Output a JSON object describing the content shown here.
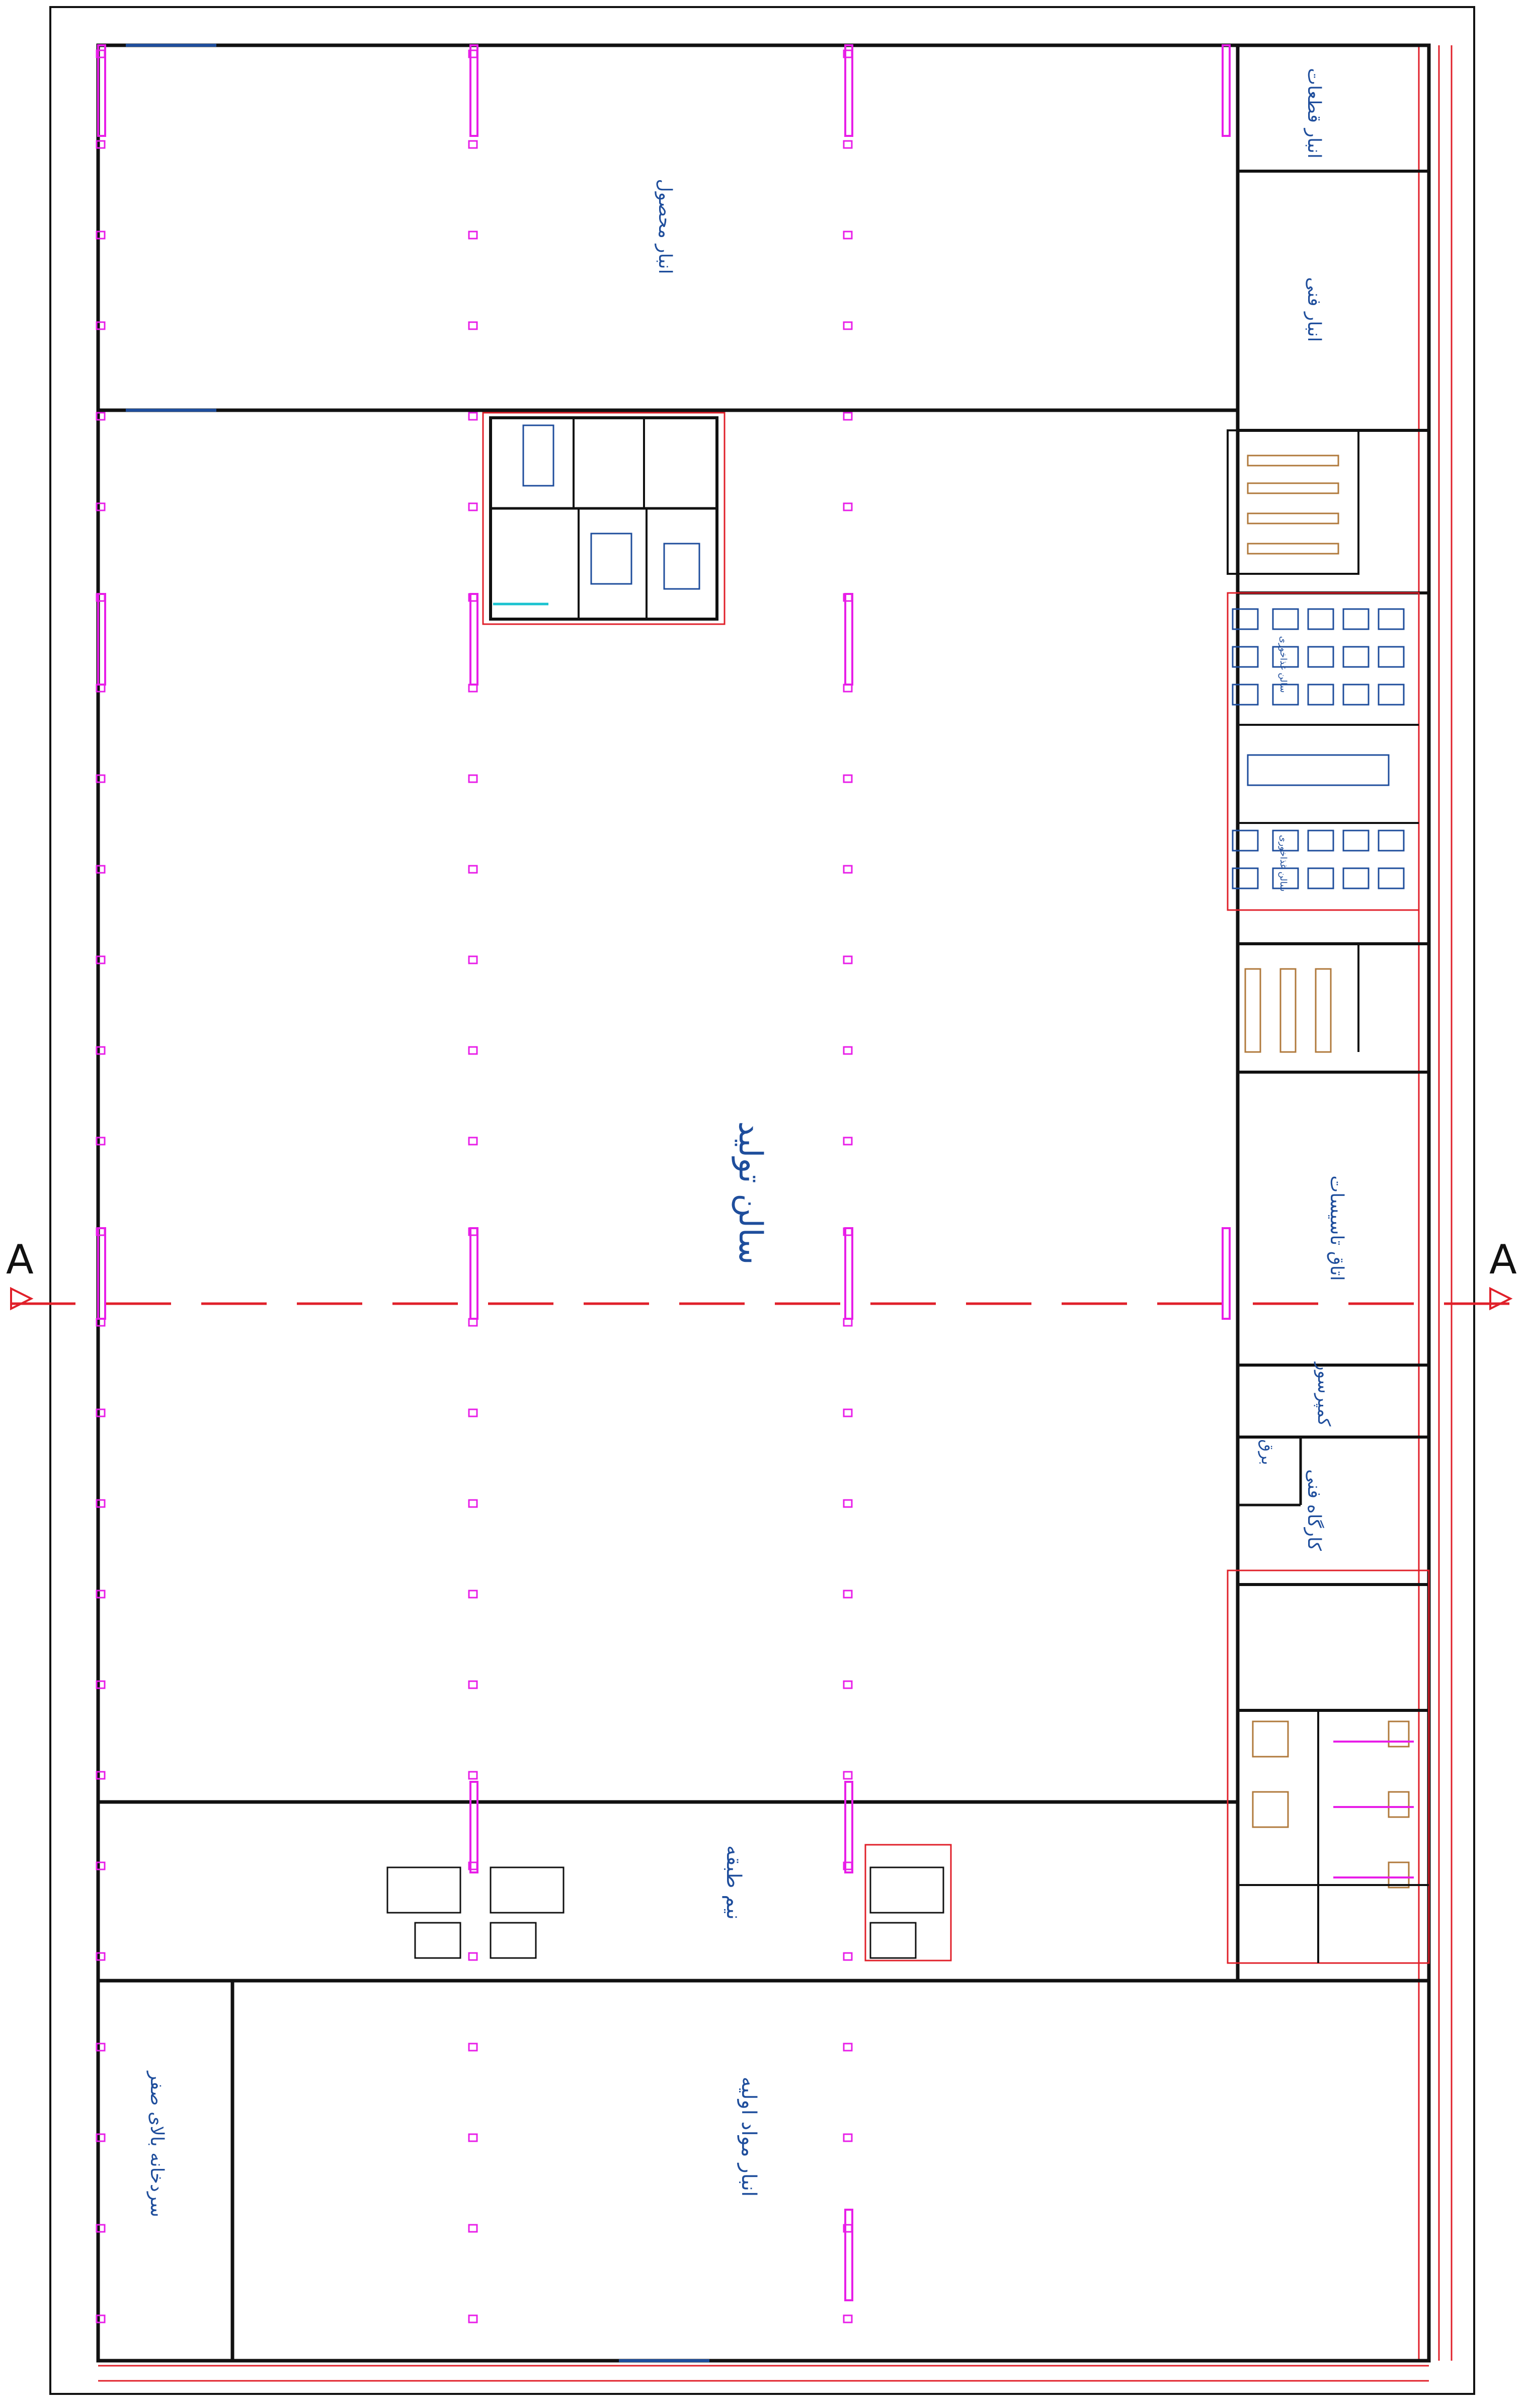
{
  "colors": {
    "wall": "#111111",
    "label": "#1f4e9c",
    "column": "#e81ee8",
    "dimension": "#e0202a",
    "furniture": "#1f4e9c",
    "rack": "#b07a3c",
    "accent_cyan": "#19c3d0",
    "accent_green": "#35c23a"
  },
  "rooms": {
    "production_hall": "سالن تولید",
    "finished_goods_store": "انبار محصول",
    "parts_store": "انبار قطعات",
    "technical_store": "انبار فنی",
    "installations_room": "اتاق تاسیسات",
    "compressor": "کمپرسور",
    "electric": "برق",
    "technical_workshop": "کارگاه فنی",
    "mezzanine": "نیم طبقه",
    "raw_materials_store": "انبار مواد اولیه",
    "cold_storage": "سردخانه بالای صفر",
    "dining_hall_1": "سالن غذاخوری",
    "dining_hall_2": "سالن غذاخوری"
  },
  "section": {
    "left_label": "A",
    "right_label": "A"
  }
}
